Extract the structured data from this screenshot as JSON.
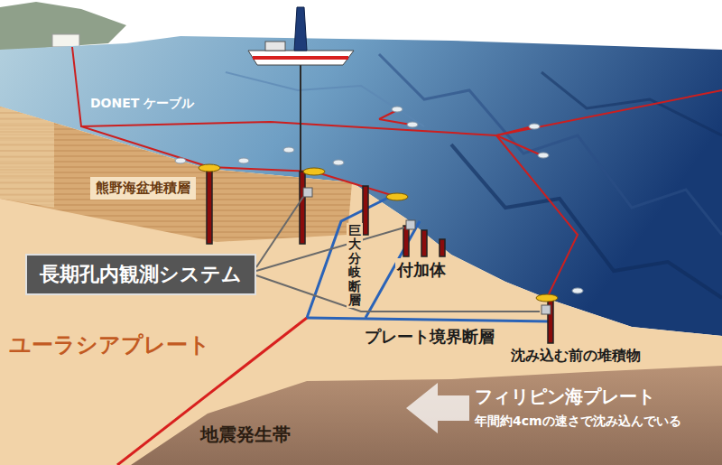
{
  "diagram": {
    "nodes": [
      {
        "text": [
          "熊野海盆堆積層"
        ]
      },
      {
        "text": [
          "長期孔内観測システム"
        ]
      }
    ],
    "labels": [
      "DONET ケーブル",
      "巨大分岐断層",
      "付加体",
      "プレート境界断層",
      "ユーラシアプレート",
      "沈み込む前の堆積物",
      "フィリピン海プレート",
      "年間約4cmの速さで沈み込んでいる",
      "地震発生帯"
    ]
  }
}
